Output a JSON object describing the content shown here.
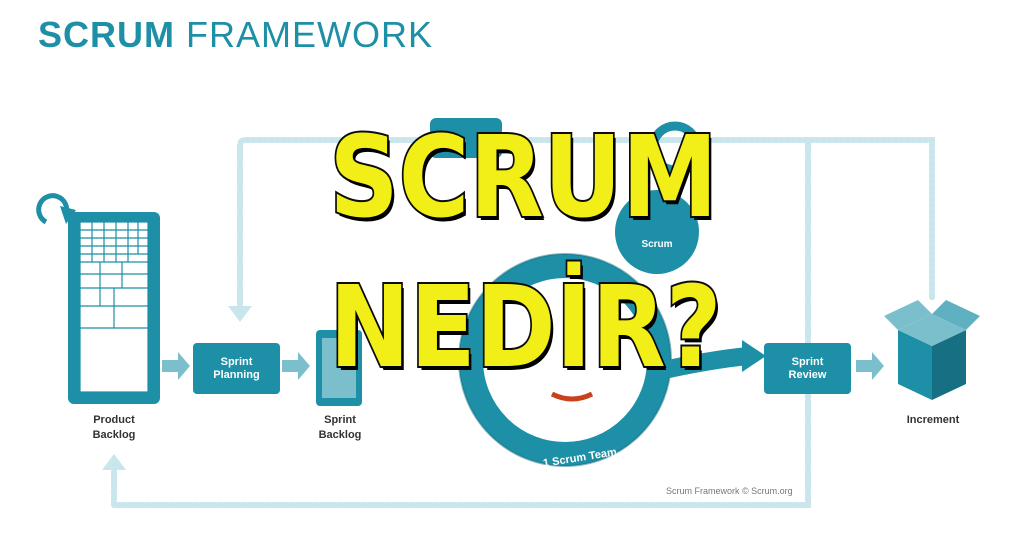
{
  "header": {
    "title_bold": "SCRUM",
    "title_light": "FRAMEWORK"
  },
  "diagram": {
    "product_backlog": "Product\nBacklog",
    "sprint_planning": "Sprint\nPlanning",
    "sprint_backlog": "Sprint\nBacklog",
    "daily_scrum": "Scrum",
    "team": "1 Scrum Team",
    "sprint_review": "Sprint\nReview",
    "increment": "Increment",
    "credit": "Scrum Framework © Scrum.org"
  },
  "overlay": {
    "line1": "SCRUM",
    "line2": "NEDİR?"
  },
  "colors": {
    "primary": "#1d8fa6",
    "dark": "#166f82",
    "light_teal": "#c9e6ec",
    "overlay_fill": "#f2ee17",
    "overlay_stroke": "#0c0c0c"
  }
}
